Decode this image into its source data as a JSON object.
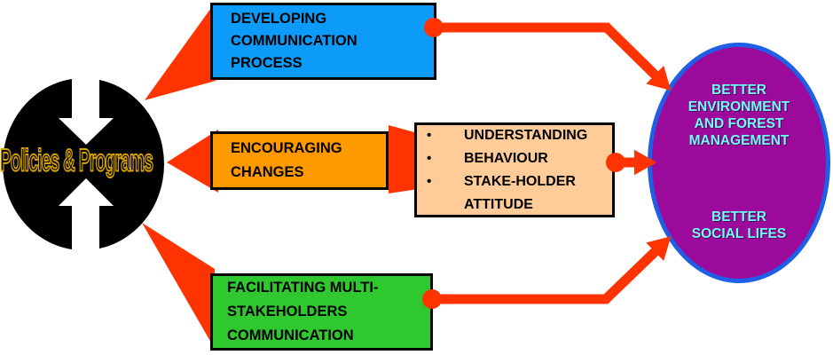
{
  "diagram_title": "Policies and programs communication outcomes diagram",
  "source_circle": {
    "label": "Policies & Programs"
  },
  "boxes": {
    "developing": {
      "label": "DEVELOPING\nCOMMUNICATION\nPROCESS",
      "color": "#0D9BF9"
    },
    "encouraging": {
      "label": "ENCOURAGING\nCHANGES",
      "color": "#FF9900"
    },
    "facilitating": {
      "label": "FACILITATING MULTI-\nSTAKEHOLDERS\nCOMMUNICATION",
      "color": "#2FC82F"
    }
  },
  "outcomes": {
    "color": "#FFCC99",
    "items": [
      {
        "bullet": "•",
        "label": "UNDERSTANDING"
      },
      {
        "bullet": "•",
        "label": "BEHAVIOUR"
      },
      {
        "bullet": "•",
        "label": "STAKE-HOLDER\nATTITUDE"
      }
    ]
  },
  "goal_ellipse": {
    "top_label": "BETTER\nENVIRONMENT\nAND FOREST\nMANAGEMENT",
    "bottom_label": "BETTER\nSOCIAL LIFES",
    "fill": "#9B0A9B",
    "border": "#1E5FE6",
    "text_color": "#6FFCF9"
  },
  "palette": {
    "connector_red": "#FF3300",
    "circle_black": "#000000",
    "wordart_gold": "#D9A400"
  }
}
